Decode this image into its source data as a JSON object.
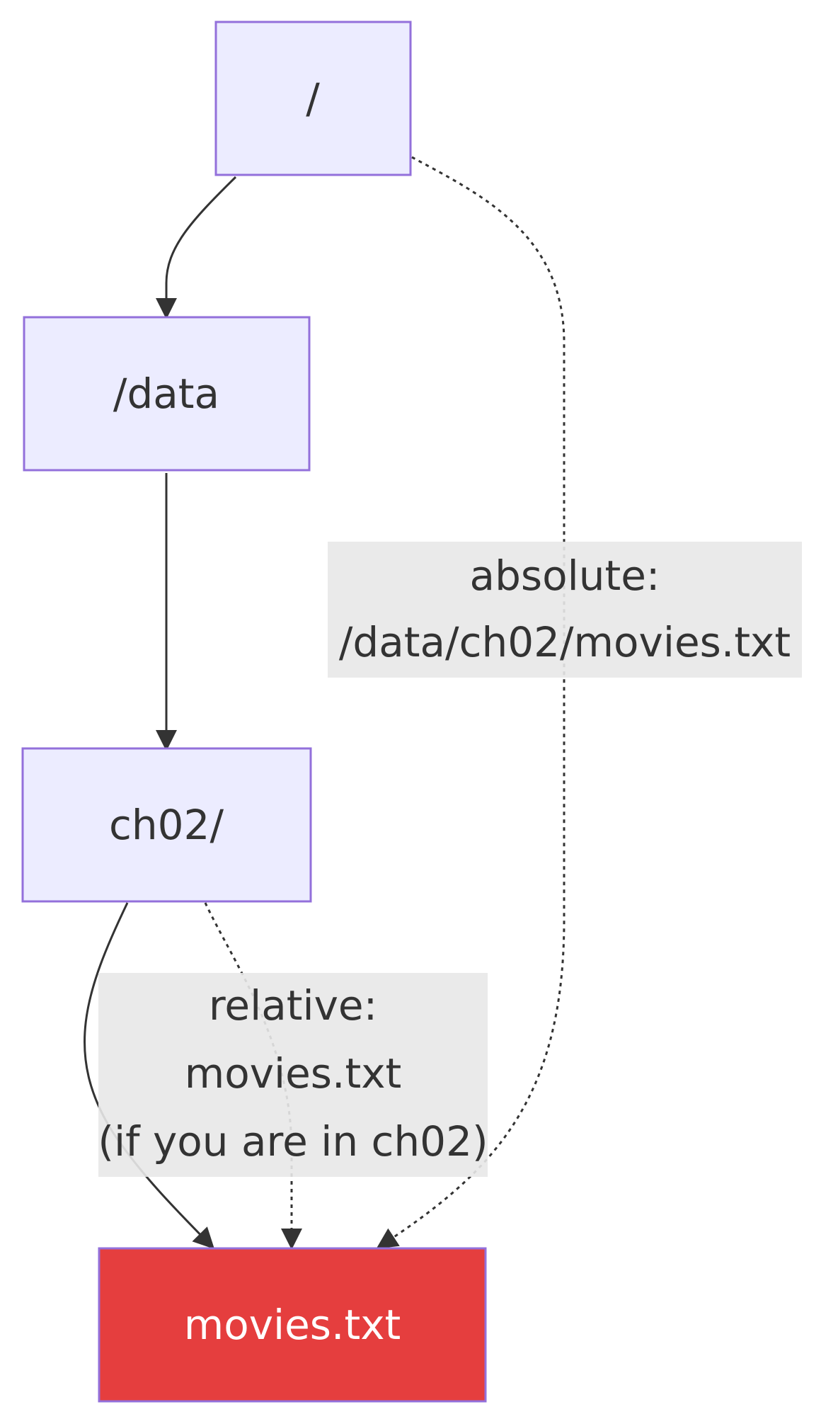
{
  "nodes": {
    "root": {
      "label": "/"
    },
    "data": {
      "label": "/data"
    },
    "ch02": {
      "label": "ch02/"
    },
    "movies": {
      "label": "movies.txt"
    }
  },
  "edge_labels": {
    "absolute": {
      "line1": "absolute:",
      "line2": "/data/ch02/movies.txt"
    },
    "relative": {
      "line1": "relative:",
      "line2": "movies.txt",
      "line3": "(if you are in ch02)"
    }
  },
  "colors": {
    "node_fill": "#ececff",
    "node_border": "#9370db",
    "target_fill": "#e53e3e",
    "edge": "#333333",
    "label_bg": "#e8e8e8"
  }
}
